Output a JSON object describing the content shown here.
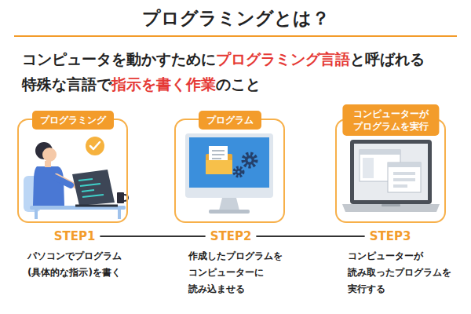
{
  "diagram": {
    "title": "プログラミングとは？",
    "nodes": [
      {
        "text": [
          "プログラミング"
        ]
      },
      {
        "text": [
          "プログラム"
        ]
      },
      {
        "text": [
          "コンピューターが プログラムを実行"
        ]
      }
    ],
    "labels": [
      "コンピュータを動かすために",
      "プログラミング言語",
      "と呼ばれる",
      "特殊な言語で",
      "指示を書く作業",
      "のこと",
      "STEP1",
      "パソコンでプログラム (具体的な指示)を書く",
      "STEP2",
      "作成したプログラムを コンピューターに 読み込ませる",
      "STEP3",
      "コンピューターが 読み取ったプログラムを 実行する"
    ]
  }
}
